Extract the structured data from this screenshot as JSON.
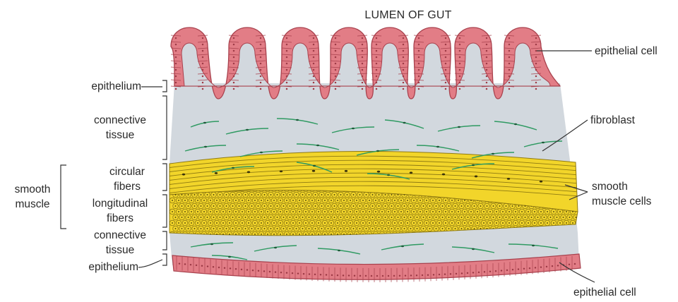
{
  "title": "LUMEN OF GUT",
  "labels": {
    "epithelium_top": "epithelium",
    "connective_tissue_top": [
      "connective",
      "tissue"
    ],
    "circular_fibers": [
      "circular",
      "fibers"
    ],
    "longitudinal_fibers": [
      "longitudinal",
      "fibers"
    ],
    "connective_tissue_bottom": [
      "connective",
      "tissue"
    ],
    "epithelium_bottom": "epithelium",
    "smooth_muscle": [
      "smooth",
      "muscle"
    ],
    "epithelial_cell_top": "epithelial cell",
    "fibroblast": "fibroblast",
    "smooth_muscle_cells": [
      "smooth",
      "muscle cells"
    ],
    "epithelial_cell_bottom": "epithelial cell"
  },
  "colors": {
    "epithelium": "#e27d86",
    "epithelium_outline": "#a8414d",
    "connective_tissue": "#d2d8de",
    "muscle": "#f2d52a",
    "muscle_line": "#8f7a12",
    "fibroblast": "#2f9a62",
    "leader": "#333333"
  }
}
